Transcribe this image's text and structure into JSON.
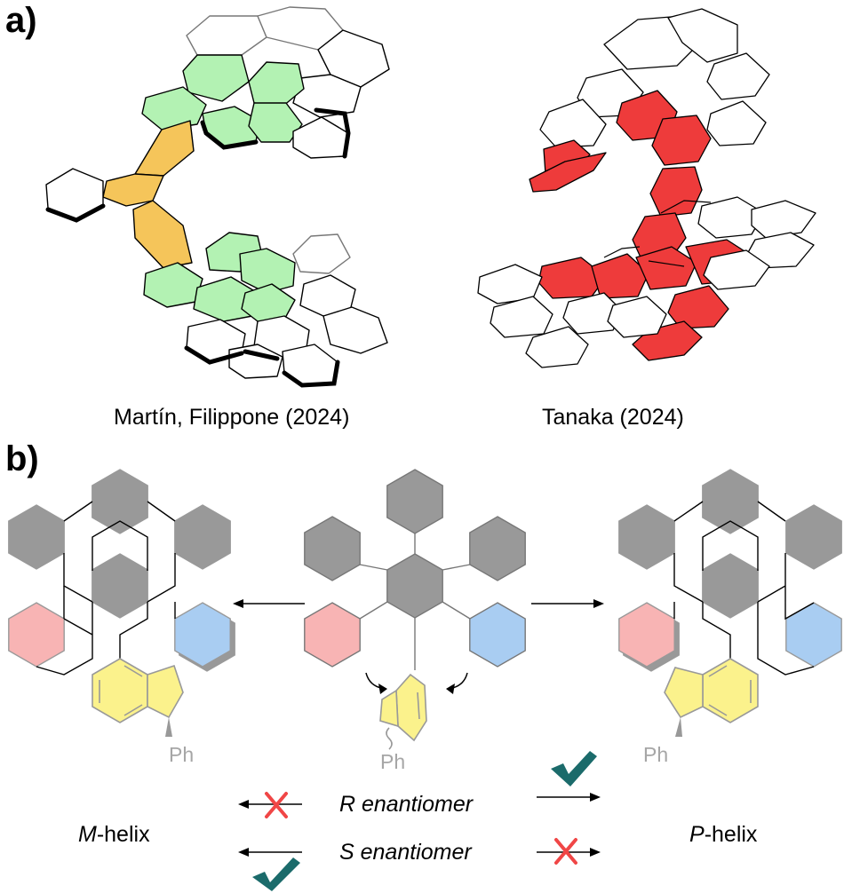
{
  "panel_a": {
    "label": "a)",
    "left_caption": "Martín, Filippone (2024)",
    "right_caption": "Tanaka (2024)"
  },
  "panel_b": {
    "label": "b)",
    "left_product": {
      "italic": "M",
      "suffix": "-helix"
    },
    "right_product": {
      "italic": "P",
      "suffix": "-helix"
    },
    "substituent": "Ph",
    "rows": [
      {
        "text": "R enantiomer",
        "to_left": "disfavored",
        "to_right": "favored"
      },
      {
        "text": "S enantiomer",
        "to_left": "favored",
        "to_right": "disfavored"
      }
    ]
  },
  "colors": {
    "gray_ring": "#999999",
    "pink_ring": "#f8b4b4",
    "blue_ring": "#a9cdf2",
    "yellow_ring": "#fbf28c",
    "green_ring": "#b3f2b3",
    "orange_ring": "#f5c55a",
    "red_ring": "#ee3b3b",
    "check": "#1b6b6b",
    "cross": "#f04646"
  }
}
